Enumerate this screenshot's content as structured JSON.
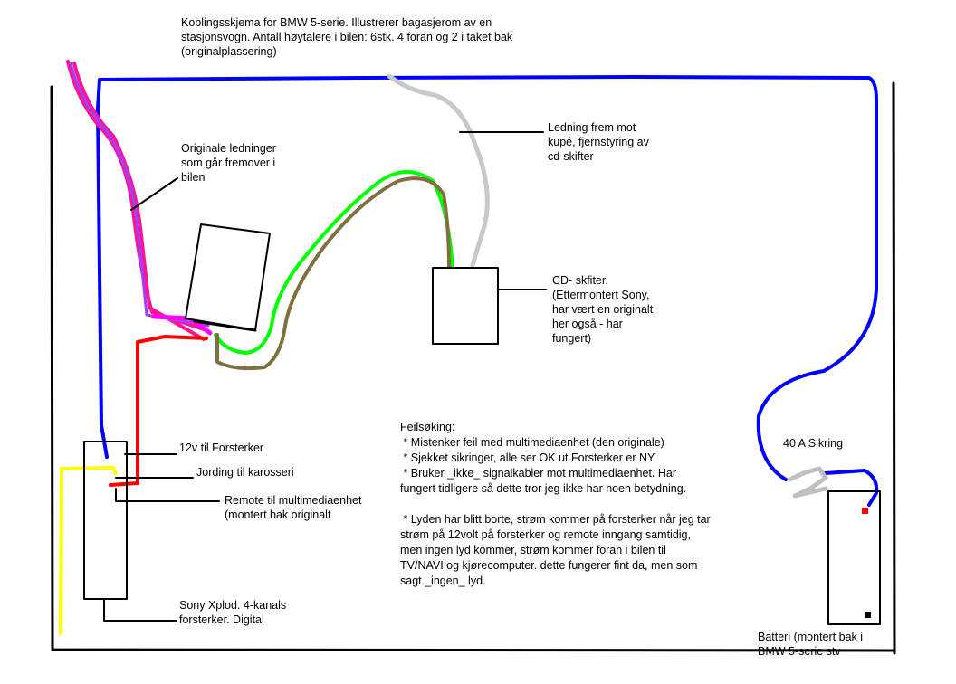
{
  "title_note": [
    "Koblingsskjema for BMW 5-serie. Illustrerer bagasjerom av en",
    "stasjonsvogn. Antall høytalere i bilen: 6stk. 4 foran og 2 i taket bak",
    "(originalplassering)"
  ],
  "labels": {
    "original_wires": [
      "Originale ledninger",
      "som går fremover i",
      "bilen"
    ],
    "front_wire": [
      "Ledning frem mot",
      "kupé, fjernstyring av",
      "cd-skifter"
    ],
    "cd_changer": [
      "CD- skfiter.",
      "(Ettermontert Sony,",
      "har vært en originalt",
      "her også - har",
      "fungert)"
    ],
    "amp_12v": "12v til Forsterker",
    "ground": "Jording til karosseri",
    "remote": [
      "Remote til multimediaenhet",
      "(montert bak originalt"
    ],
    "amplifier": [
      "Sony Xplod. 4-kanals",
      "forsterker. Digital"
    ],
    "fuse": "40 A Sikring",
    "battery": [
      "Batteri (montert bak i",
      "BMW 5-serie stv"
    ]
  },
  "troubleshooting": [
    "Feilsøking:",
    " * Mistenker feil med multimediaenhet (den originale)",
    " * Sjekket sikringer, alle ser OK ut.Forsterker er NY",
    " * Bruker _ikke_ signalkabler mot multimediaenhet. Har",
    "fungert tidligere så dette tror jeg ikke har noen betydning.",
    "",
    " * Lyden har blitt borte, strøm kommer på forsterker når jeg tar",
    "strøm på 12volt på forsterker og remote inngang samtidig,",
    "men ingen lyd kommer, strøm kommer foran i bilen til",
    "TV/NAVI og kjørecomputer. dette fungerer fint da, men som",
    "sagt _ingen_ lyd."
  ],
  "colors": {
    "power": "#0000ff",
    "pink": "#ff1493",
    "purple": "#a040ff",
    "magenta": "#ff00ff",
    "red": "#ff0000",
    "yellow": "#ffff00",
    "green": "#00ff00",
    "olive": "#807040",
    "gray": "#c0c0c0"
  }
}
